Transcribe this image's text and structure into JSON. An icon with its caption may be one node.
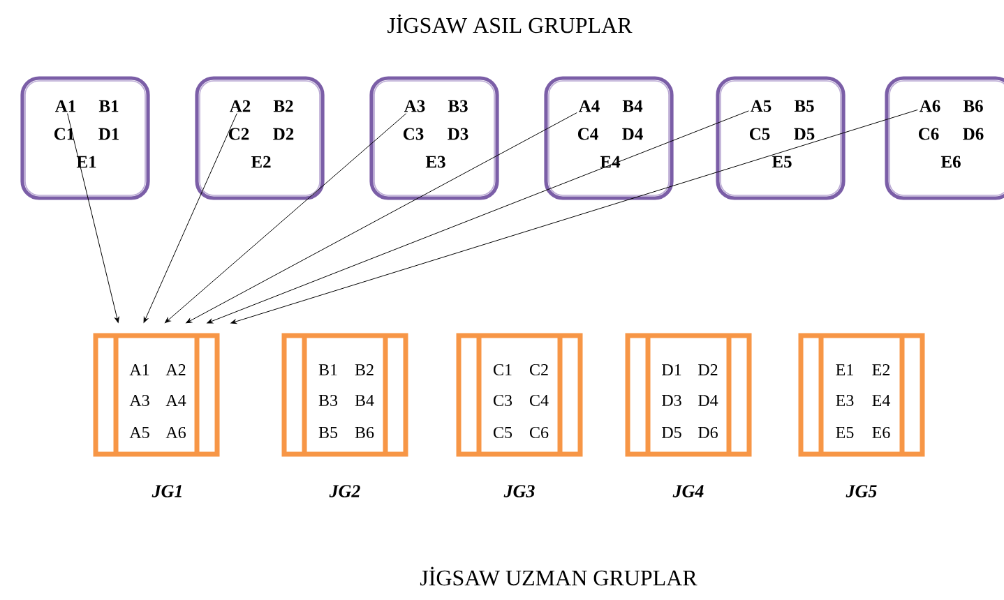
{
  "diagram": {
    "title": "JİGSAW ASIL GRUPLAR",
    "caption": "JİGSAW UZMAN GRUPLAR",
    "nodes": [
      {
        "text": [
          "B1",
          "C1",
          "D1",
          "E1"
        ]
      },
      {
        "text": [
          "A1"
        ],
        "in": 0
      },
      {
        "text": [
          "B2",
          "C2",
          "D2",
          "E2"
        ]
      },
      {
        "text": [
          "A2"
        ],
        "in": 2
      },
      {
        "text": [
          "B3",
          "C3",
          "D3",
          "E3"
        ]
      },
      {
        "text": [
          "A3"
        ],
        "in": 4
      },
      {
        "text": [
          "B4",
          "C4",
          "D4",
          "E4"
        ]
      },
      {
        "text": [
          "A4"
        ],
        "in": 6
      },
      {
        "text": [
          "B5",
          "C5",
          "D5",
          "E5"
        ]
      },
      {
        "text": [
          "A5"
        ],
        "in": 8
      },
      {
        "text": [
          "B6",
          "C6",
          "D6",
          "E6"
        ]
      },
      {
        "text": [
          "A6"
        ],
        "in": 10
      },
      {
        "text": [
          "A1",
          "A2",
          "A3",
          "A4",
          "A5",
          "A6"
        ],
        "beside": [
          "JG1"
        ]
      },
      {
        "text": [
          "B1",
          "B2",
          "B3",
          "B4",
          "B5",
          "B6"
        ],
        "beside": [
          "JG2"
        ]
      },
      {
        "text": [
          "C1",
          "C2",
          "C3",
          "C4",
          "C5",
          "C6"
        ],
        "beside": [
          "JG3"
        ]
      },
      {
        "text": [
          "D1",
          "D2",
          "D3",
          "D4",
          "D5",
          "D6"
        ],
        "beside": [
          "JG4"
        ]
      },
      {
        "text": [
          "E1",
          "E2",
          "E3",
          "E4",
          "E5",
          "E6"
        ],
        "beside": [
          "JG5"
        ]
      }
    ],
    "edges": [
      {
        "from": 1,
        "to": 12,
        "arrow": "to"
      },
      {
        "from": 3,
        "to": 12,
        "arrow": "to"
      },
      {
        "from": 5,
        "to": 12,
        "arrow": "to"
      },
      {
        "from": 7,
        "to": 12,
        "arrow": "to"
      },
      {
        "from": 9,
        "to": 12,
        "arrow": "to"
      },
      {
        "from": 11,
        "to": 12,
        "arrow": "to"
      }
    ]
  }
}
